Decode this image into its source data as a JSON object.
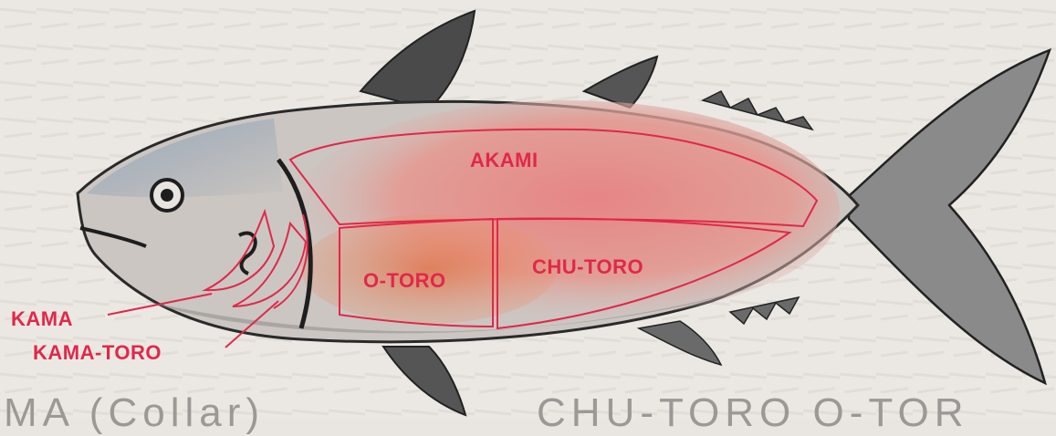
{
  "labels": {
    "akami": "AKAMI",
    "o_toro": "O-TORO",
    "chu_toro": "CHU-TORO",
    "kama": "KAMA",
    "kama_toro": "KAMA-TORO"
  },
  "bottom_text": {
    "left": "MA (Collar)",
    "right": "CHU-TORO   O-TOR"
  },
  "colors": {
    "accent": "#e0284a",
    "paper": "#e9e6e1",
    "ink": "#2b2b2b"
  }
}
